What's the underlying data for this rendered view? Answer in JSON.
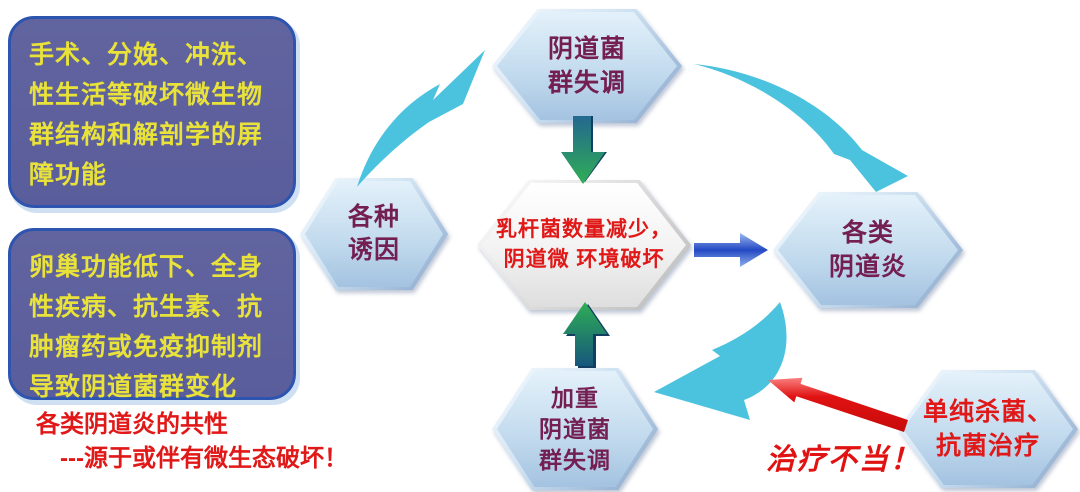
{
  "boxes": {
    "surgery": {
      "text": "手术、分娩、冲洗、性生活等破坏微生物群结构和解剖学的屏障功能"
    },
    "ovary": {
      "text": "卵巢功能低下、全身性疾病、抗生素、抗肿瘤药或免疫抑制剂导致阴道菌群变化"
    }
  },
  "caption": {
    "line1": "各类阴道炎的共性",
    "line2": "---源于或伴有微生态破坏！"
  },
  "hexagons": {
    "triggers": {
      "text": "各种\n诱因"
    },
    "dysbiosis": {
      "text": "阴道菌\n群失调"
    },
    "center": {
      "text": "乳杆菌数量减少，\n阴道微 环境破坏"
    },
    "vaginitis": {
      "text": "各类\n阴道炎"
    },
    "aggravate": {
      "text": "加重\n阴道菌\n群失调"
    },
    "treatment": {
      "text": "单纯杀菌、\n抗菌治疗"
    }
  },
  "labels": {
    "improper_treatment": "治疗不当！"
  },
  "colors": {
    "panel_purple": "#5c5f9f",
    "panel_border_blue": "#2d54ae",
    "highlight_yellow": "#e8e23a",
    "alert_red": "#e01818",
    "hex_blue_light": "#dceefa",
    "hex_blue_dark": "#a6c4e2",
    "hex_text_plum": "#731f52",
    "swoosh_cyan": "#4cc3de",
    "green_arrow": "#2fae55",
    "blue_arrow": "#2348c4"
  }
}
